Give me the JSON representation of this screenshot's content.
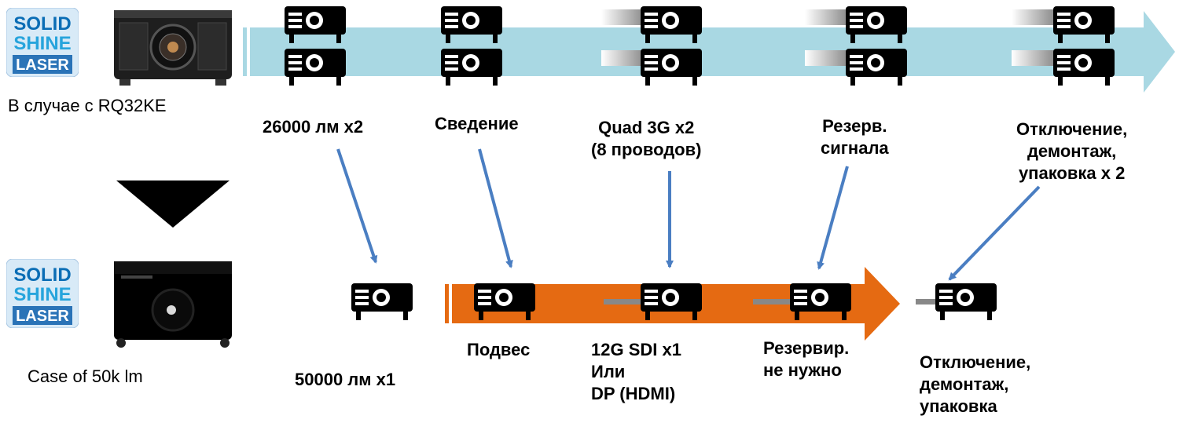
{
  "logo": {
    "line1": "SOLID",
    "line2": "SHINE",
    "line3": "LASER",
    "colors": {
      "blue": "#0a6db5",
      "cyan": "#27a4dc",
      "panel": "#2a73b7"
    }
  },
  "top_row": {
    "caption": "В случае с RQ32KE",
    "labels": {
      "lumens": "26000 лм x2",
      "convergence": "Сведение",
      "signal": "Quad 3G x2\n(8 проводов)",
      "backup": "Резерв.\nсигнала",
      "teardown": "Отключение,\nдемонтаж,\nупаковка x 2"
    },
    "arrow_color": "#a9d8e3"
  },
  "bottom_row": {
    "caption": "Case of  50k lm",
    "labels": {
      "lumens": "50000 лм x1",
      "rigging": "Подвес",
      "signal": "12G SDI x1\nИли\nDP (HDMI)",
      "backup": "Резервир.\nне нужно",
      "teardown": "Отключение,\nдемонтаж,\nупаковка"
    },
    "arrow_color": "#e56a12"
  },
  "connector_color": "#4a7ec2",
  "transition_icon": "down-triangle-icon"
}
